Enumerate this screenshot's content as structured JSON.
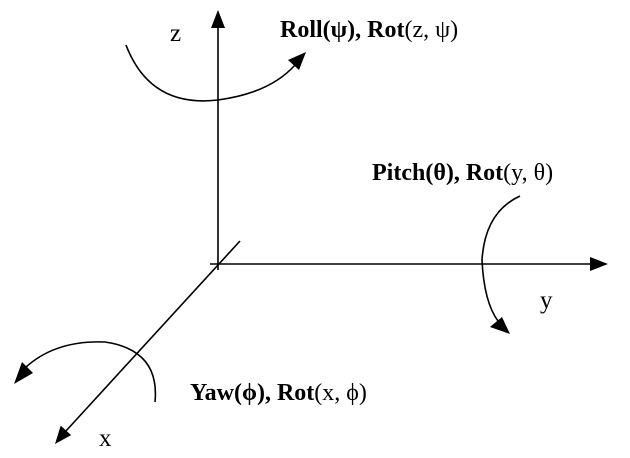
{
  "axes": {
    "x_label": "x",
    "y_label": "y",
    "z_label": "z"
  },
  "rotations": {
    "roll": {
      "name": "Roll(ψ),",
      "rot_word": "Rot",
      "args": "(z, ψ)"
    },
    "pitch": {
      "name": "Pitch(θ),",
      "rot_word": "Rot",
      "args": "(y, θ)"
    },
    "yaw": {
      "name": "Yaw(ϕ),",
      "rot_word": "Rot",
      "args": "(x, ϕ)"
    }
  },
  "colors": {
    "ink": "#000000",
    "background": "#ffffff"
  }
}
